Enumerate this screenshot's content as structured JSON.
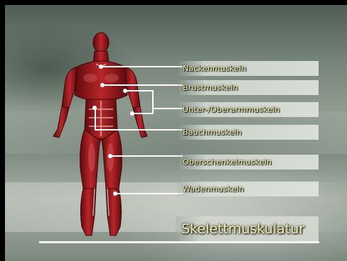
{
  "title": "Skelettmuskulatur",
  "labels": [
    {
      "key": "neck",
      "text": "Nackenmuskeln"
    },
    {
      "key": "chest",
      "text": "Brustmuskeln"
    },
    {
      "key": "arm",
      "text": "Unter-/Oberarmmuskeln"
    },
    {
      "key": "abdomen",
      "text": "Bauchmuskeln"
    },
    {
      "key": "thigh",
      "text": "Oberschenkelmuskeln"
    },
    {
      "key": "calf",
      "text": "Wadenmuskeln"
    }
  ],
  "colors": {
    "label_text": "#f6f1a6",
    "leader_line": "#ffffff",
    "muscle": "#9c1a1c"
  }
}
